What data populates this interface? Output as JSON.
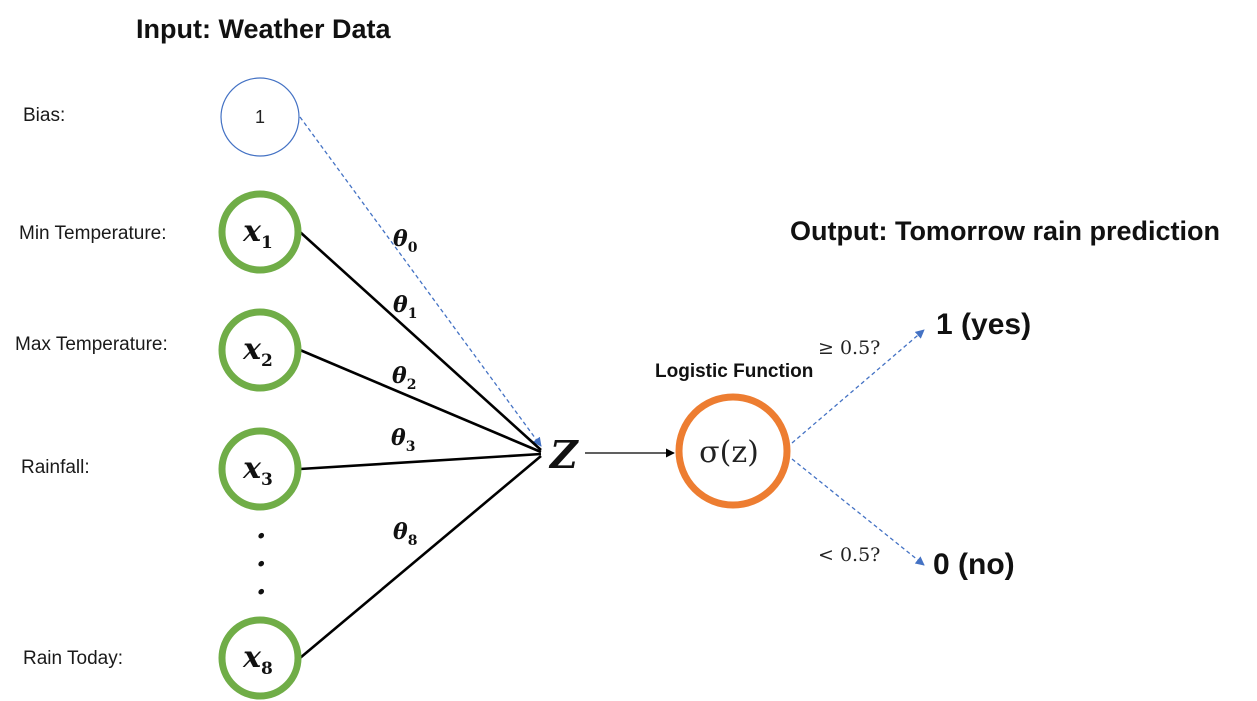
{
  "headings": {
    "input": "Input: Weather Data",
    "output": "Output: Tomorrow rain prediction"
  },
  "bias": {
    "label": "Bias:",
    "value": "1"
  },
  "features": [
    {
      "label": "Min Temperature:",
      "var": "x",
      "sub": "1"
    },
    {
      "label": "Max Temperature:",
      "var": "x",
      "sub": "2"
    },
    {
      "label": "Rainfall:",
      "var": "x",
      "sub": "3"
    },
    {
      "label": "Rain Today:",
      "var": "x",
      "sub": "8"
    }
  ],
  "weights": [
    {
      "symbol": "θ",
      "sub": "0"
    },
    {
      "symbol": "θ",
      "sub": "1"
    },
    {
      "symbol": "θ",
      "sub": "2"
    },
    {
      "symbol": "θ",
      "sub": "3"
    },
    {
      "symbol": "θ",
      "sub": "8"
    }
  ],
  "ellipsis": ".",
  "sum_node": "Z",
  "logistic": {
    "label": "Logistic Function",
    "formula": "σ(z)"
  },
  "thresholds": {
    "high": "≥ 0.5?",
    "low": "< 0.5?"
  },
  "outputs": {
    "yes": "1 (yes)",
    "no": "0 (no)"
  },
  "colors": {
    "feature_ring": "#70AD47",
    "logistic_ring": "#ED7D31",
    "bias_ring": "#4472C4",
    "dashed_arrow": "#4472C4",
    "solid_line": "#000000"
  }
}
